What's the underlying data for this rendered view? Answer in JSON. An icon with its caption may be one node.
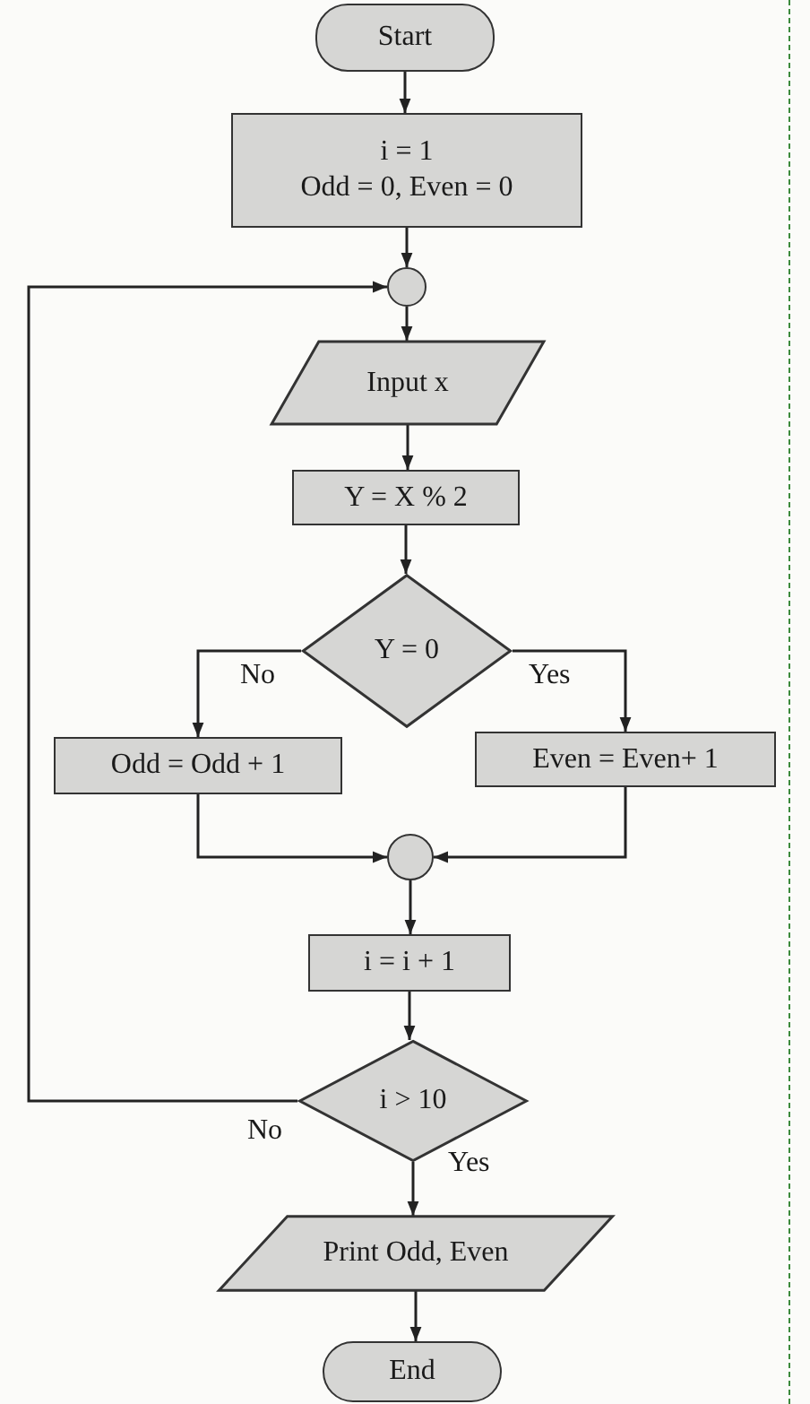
{
  "diagram": {
    "nodes": [
      {
        "text": [
          "Start"
        ]
      },
      {
        "text": [
          "i = 1",
          "Odd = 0, Even = 0"
        ]
      },
      {
        "text": [],
        "shape": "circle"
      },
      {
        "text": [
          "Input x"
        ]
      },
      {
        "text": [
          "Y = X % 2"
        ]
      },
      {
        "text": [
          "Y = 0"
        ]
      },
      {
        "text": [
          "Odd = Odd + 1"
        ]
      },
      {
        "text": [
          "Even = Even+ 1"
        ]
      },
      {
        "text": [],
        "shape": "circle"
      },
      {
        "text": [
          "i = i + 1"
        ]
      },
      {
        "text": [
          "i > 10"
        ]
      },
      {
        "text": [
          "Print Odd, Even"
        ]
      },
      {
        "text": [
          "End"
        ]
      }
    ],
    "edges": [
      {
        "from": 0,
        "to": 1,
        "arrow": "to"
      },
      {
        "from": 1,
        "to": 2,
        "arrow": "to"
      },
      {
        "from": 2,
        "to": 3,
        "arrow": "to"
      },
      {
        "from": 3,
        "to": 4,
        "arrow": "to"
      },
      {
        "from": 4,
        "to": 5,
        "arrow": "to"
      },
      {
        "from": 5,
        "to": 6,
        "arrow": "to",
        "label": "No"
      },
      {
        "from": 5,
        "to": 7,
        "arrow": "to",
        "label": "Yes"
      },
      {
        "from": 6,
        "to": 8,
        "arrow": "to"
      },
      {
        "from": 7,
        "to": 8,
        "arrow": "to"
      },
      {
        "from": 8,
        "to": 9,
        "arrow": "to"
      },
      {
        "from": 9,
        "to": 10,
        "arrow": "to"
      },
      {
        "from": 10,
        "to": 2,
        "arrow": "to",
        "label": "No"
      },
      {
        "from": 10,
        "to": 11,
        "arrow": "to",
        "label": "Yes"
      },
      {
        "from": 11,
        "to": 12,
        "arrow": "to"
      }
    ]
  }
}
